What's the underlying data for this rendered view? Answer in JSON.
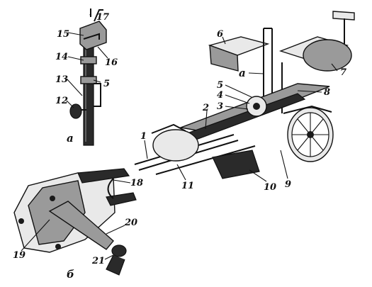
{
  "figure": {
    "subfigure_labels": {
      "a": "а",
      "b": "б"
    },
    "view_marker": "а",
    "part_numbers": [
      "1",
      "2",
      "3",
      "4",
      "5",
      "6",
      "7",
      "8",
      "9",
      "10",
      "11",
      "12",
      "13",
      "14",
      "15",
      "16",
      "17",
      "18",
      "19",
      "20",
      "21"
    ],
    "colors": {
      "ink": "#111111",
      "paper": "#ffffff",
      "shade": "#9a9a9a"
    }
  }
}
